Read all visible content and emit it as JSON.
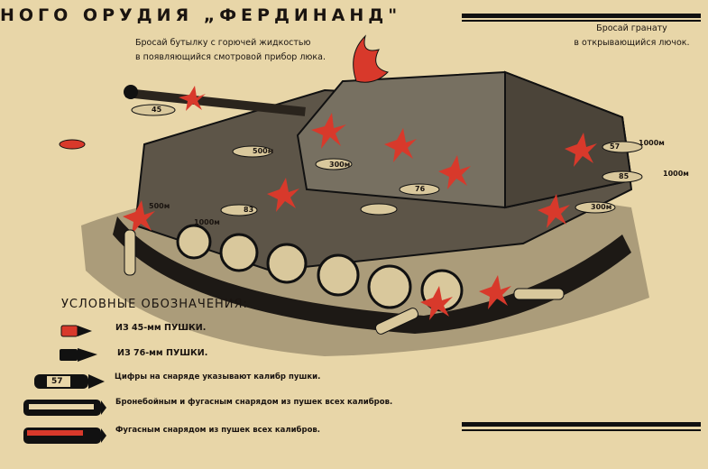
{
  "title": "НОГО ОРУДИЯ „ФЕРДИНАНД\"",
  "notes": {
    "bottle_line1": "Бросай бутылку с горючей жидкостью",
    "bottle_line2": "в появляющийся смотровой прибор люка.",
    "grenade_line1": "Бросай гранату",
    "grenade_line2": "в открывающийся лючок."
  },
  "shell_labels": [
    "45",
    "500м",
    "57",
    "300м",
    "76",
    "1000м",
    "85",
    "300м",
    "500м",
    "83",
    "1000м",
    "1000м"
  ],
  "legend": {
    "heading": "УСЛОВНЫЕ ОБОЗНАЧЕНИЯ:",
    "items": [
      {
        "text": "ИЗ 45-мм ПУШКИ.",
        "icon": "red-shell-icon"
      },
      {
        "text": "ИЗ 76-мм ПУШКИ.",
        "icon": "black-shell-icon"
      },
      {
        "text": "Цифры на снаряде указывают калибр пушки.",
        "icon": "numbered-shell-icon",
        "shell_number": "57"
      },
      {
        "text": "Бронебойным и фугасным снарядом из пушек всех калибров.",
        "icon": "long-black-shell-icon"
      },
      {
        "text": "Фугасным снарядом из пушек всех калибров.",
        "icon": "long-red-shell-icon"
      }
    ]
  },
  "colors": {
    "paper": "#e8d6a8",
    "ink": "#111111",
    "red": "#d8392b"
  }
}
